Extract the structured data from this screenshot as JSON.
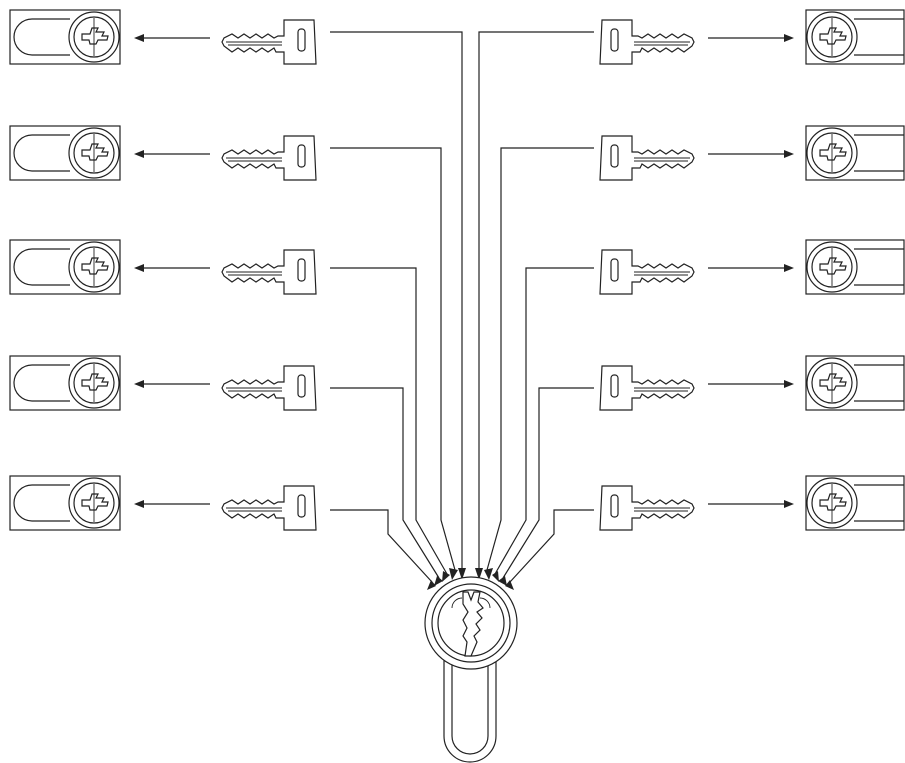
{
  "diagram": {
    "kind": "master-key-system",
    "description_visible_text": "",
    "colors": {
      "line": "#222222",
      "background": "#ffffff"
    },
    "left_cylinders": 5,
    "right_cylinders": 5,
    "keys_per_side": 5,
    "central_cylinder": 1,
    "icons": {
      "lock": "lock-cylinder-icon",
      "key": "key-icon",
      "master": "master-cylinder-icon"
    }
  }
}
